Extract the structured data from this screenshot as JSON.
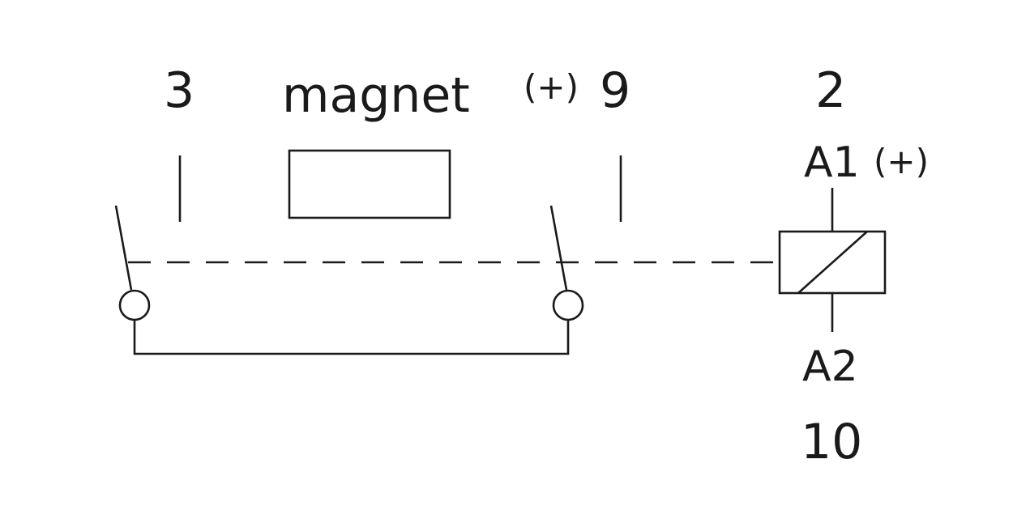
{
  "labels": {
    "terminal_3": "3",
    "magnet": "magnet",
    "plus_left": "(+)",
    "terminal_9": "9",
    "terminal_2": "2",
    "coil_a1": "A1",
    "plus_right": "(+)",
    "coil_a2": "A2",
    "terminal_10": "10"
  },
  "colors": {
    "stroke": "#1a1a1a",
    "background": "#ffffff"
  }
}
